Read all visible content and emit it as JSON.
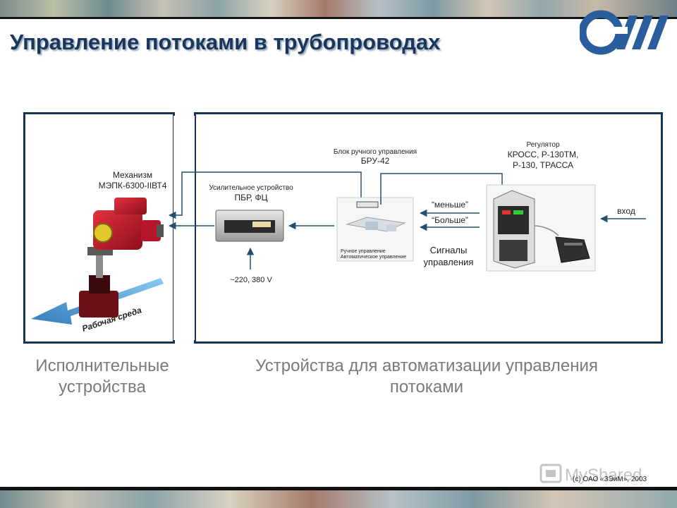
{
  "page": {
    "title": "Управление потоками в трубопроводах",
    "copyright": "(с) ОАО «ЗЭиМ», 2003"
  },
  "diagram": {
    "mechanism": {
      "line1": "Механизм",
      "line2": "МЭПК-6300-IIВТ4"
    },
    "amplifier": {
      "line1": "Усилительное устройство",
      "line2": "ПБР, ФЦ"
    },
    "power": "~220, 380 V",
    "manual_unit": {
      "line1": "Блок ручного управления",
      "line2": "БРУ-42",
      "mode_manual": "Ручное управление",
      "mode_auto": "Автоматическое управление"
    },
    "regulator": {
      "line1": "Регулятор",
      "line2": "КРОСС, Р-130ТМ,",
      "line3": "Р-130, ТРАССА"
    },
    "signal_less": "“меньше”",
    "signal_more": "“Больше”",
    "signals": {
      "line1": "Сигналы",
      "line2": "управления"
    },
    "input": "вход",
    "medium": "Рабочая среда"
  },
  "captions": {
    "left": {
      "line1": "Исполнительные",
      "line2": "устройства"
    },
    "right": {
      "line1": "Устройства для автоматизации управления",
      "line2": "потоками"
    }
  },
  "colors": {
    "title": "#17375e",
    "frame": "#173456",
    "arrows": "#24506e",
    "valve_body": "#c0182a",
    "flow": "#2e86c8"
  },
  "watermark": "MyShared"
}
